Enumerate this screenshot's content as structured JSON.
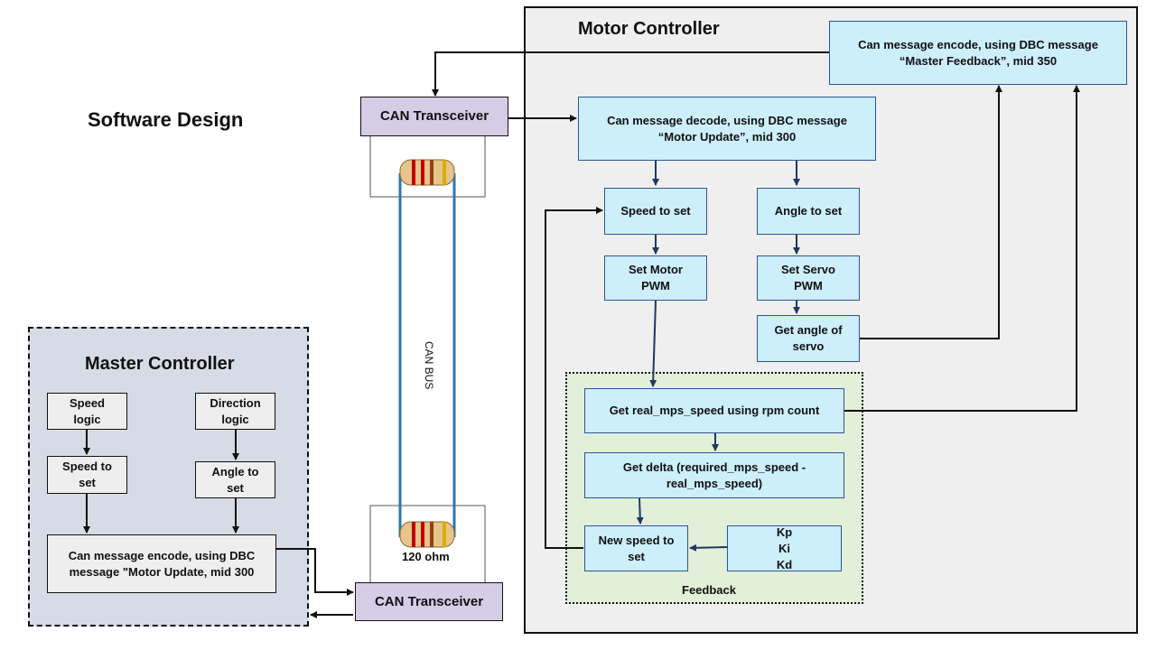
{
  "page_title": "Software Design",
  "motor_controller": {
    "title": "Motor Controller",
    "encode_feedback": "Can message encode, using DBC message\n“Master Feedback”, mid 350",
    "decode_update": "Can message decode, using DBC message\n“Motor Update”, mid 300",
    "speed_to_set": "Speed to set",
    "angle_to_set": "Angle to set",
    "set_motor_pwm": "Set Motor\nPWM",
    "set_servo_pwm": "Set Servo\nPWM",
    "get_angle_of_servo": "Get angle of\nservo"
  },
  "feedback": {
    "label": "Feedback",
    "get_real_speed": "Get real_mps_speed using rpm count",
    "get_delta": "Get delta (required_mps_speed -\nreal_mps_speed)",
    "new_speed": "New speed to\nset",
    "gains": "Kp\nKi\nKd"
  },
  "master_controller": {
    "title": "Master Controller",
    "speed_logic": "Speed\nlogic",
    "direction_logic": "Direction\nlogic",
    "speed_to_set": "Speed to\nset",
    "angle_to_set": "Angle to\nset",
    "encode_update": "Can message encode, using DBC\nmessage \"Motor Update, mid 300"
  },
  "can": {
    "transceiver_top": "CAN Transceiver",
    "transceiver_bottom": "CAN Transceiver",
    "bus_label": "CAN BUS",
    "resistor_label": "120 ohm"
  },
  "colors": {
    "arrow_blue": "#1f3864",
    "box_blue": "#cdeefb",
    "transceiver_purple": "#d5cce6"
  }
}
